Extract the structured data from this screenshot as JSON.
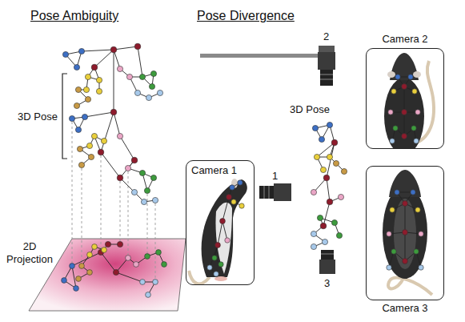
{
  "diagram": {
    "nodes": [
      {
        "text": [
          "2D Projection"
        ]
      },
      {
        "text": [
          "Camera 1"
        ]
      },
      {
        "text": [
          "Camera 2"
        ]
      },
      {
        "text": [
          "Camera 3"
        ]
      }
    ],
    "labels": [
      "Pose Ambiguity",
      "3D Pose",
      "Pose Divergence",
      "2",
      "3D Pose",
      "1",
      "3"
    ]
  }
}
